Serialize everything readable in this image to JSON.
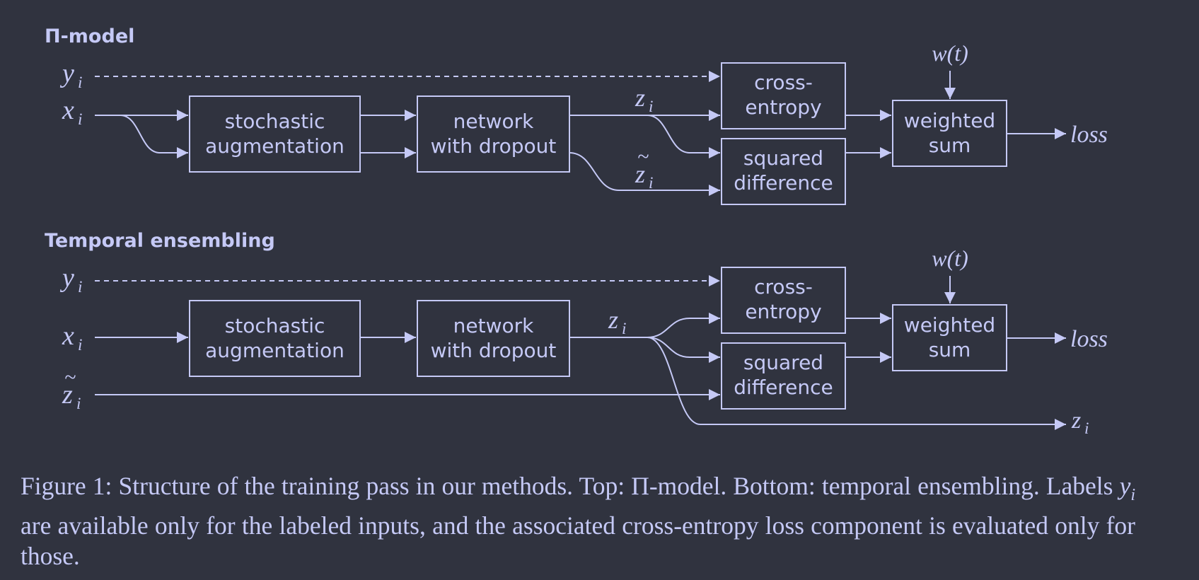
{
  "top": {
    "title": "Π-model",
    "inputs": {
      "y_main": "y",
      "y_sub": "i",
      "x_main": "x",
      "x_sub": "i"
    },
    "boxes": {
      "aug_line1": "stochastic",
      "aug_line2": "augmentation",
      "net_line1": "network",
      "net_line2": "with dropout",
      "ce_line1": "cross-",
      "ce_line2": "entropy",
      "sq_line1": "squared",
      "sq_line2": "difference",
      "ws_line1": "weighted",
      "ws_line2": "sum"
    },
    "labels": {
      "z_main": "z",
      "z_sub": "i",
      "zt_main": "z",
      "zt_sub": "i",
      "tilde": "~",
      "wt": "w(t)",
      "loss": "loss"
    }
  },
  "bottom": {
    "title": "Temporal ensembling",
    "inputs": {
      "y_main": "y",
      "y_sub": "i",
      "x_main": "x",
      "x_sub": "i",
      "zt_main": "z",
      "zt_sub": "i",
      "tilde": "~"
    },
    "boxes": {
      "aug_line1": "stochastic",
      "aug_line2": "augmentation",
      "net_line1": "network",
      "net_line2": "with dropout",
      "ce_line1": "cross-",
      "ce_line2": "entropy",
      "sq_line1": "squared",
      "sq_line2": "difference",
      "ws_line1": "weighted",
      "ws_line2": "sum"
    },
    "labels": {
      "z_main": "z",
      "z_sub": "i",
      "wt": "w(t)",
      "loss": "loss",
      "zout_main": "z",
      "zout_sub": "i"
    }
  },
  "caption": {
    "lead": "Figure 1:  Structure of the training pass in our methods.  Top: Π-model.  Bottom: temporal ensembling. Labels ",
    "math_main": "y",
    "math_sub": "i",
    "tail": " are available only for the labeled inputs, and the associated cross-entropy loss component is evaluated only for those."
  }
}
